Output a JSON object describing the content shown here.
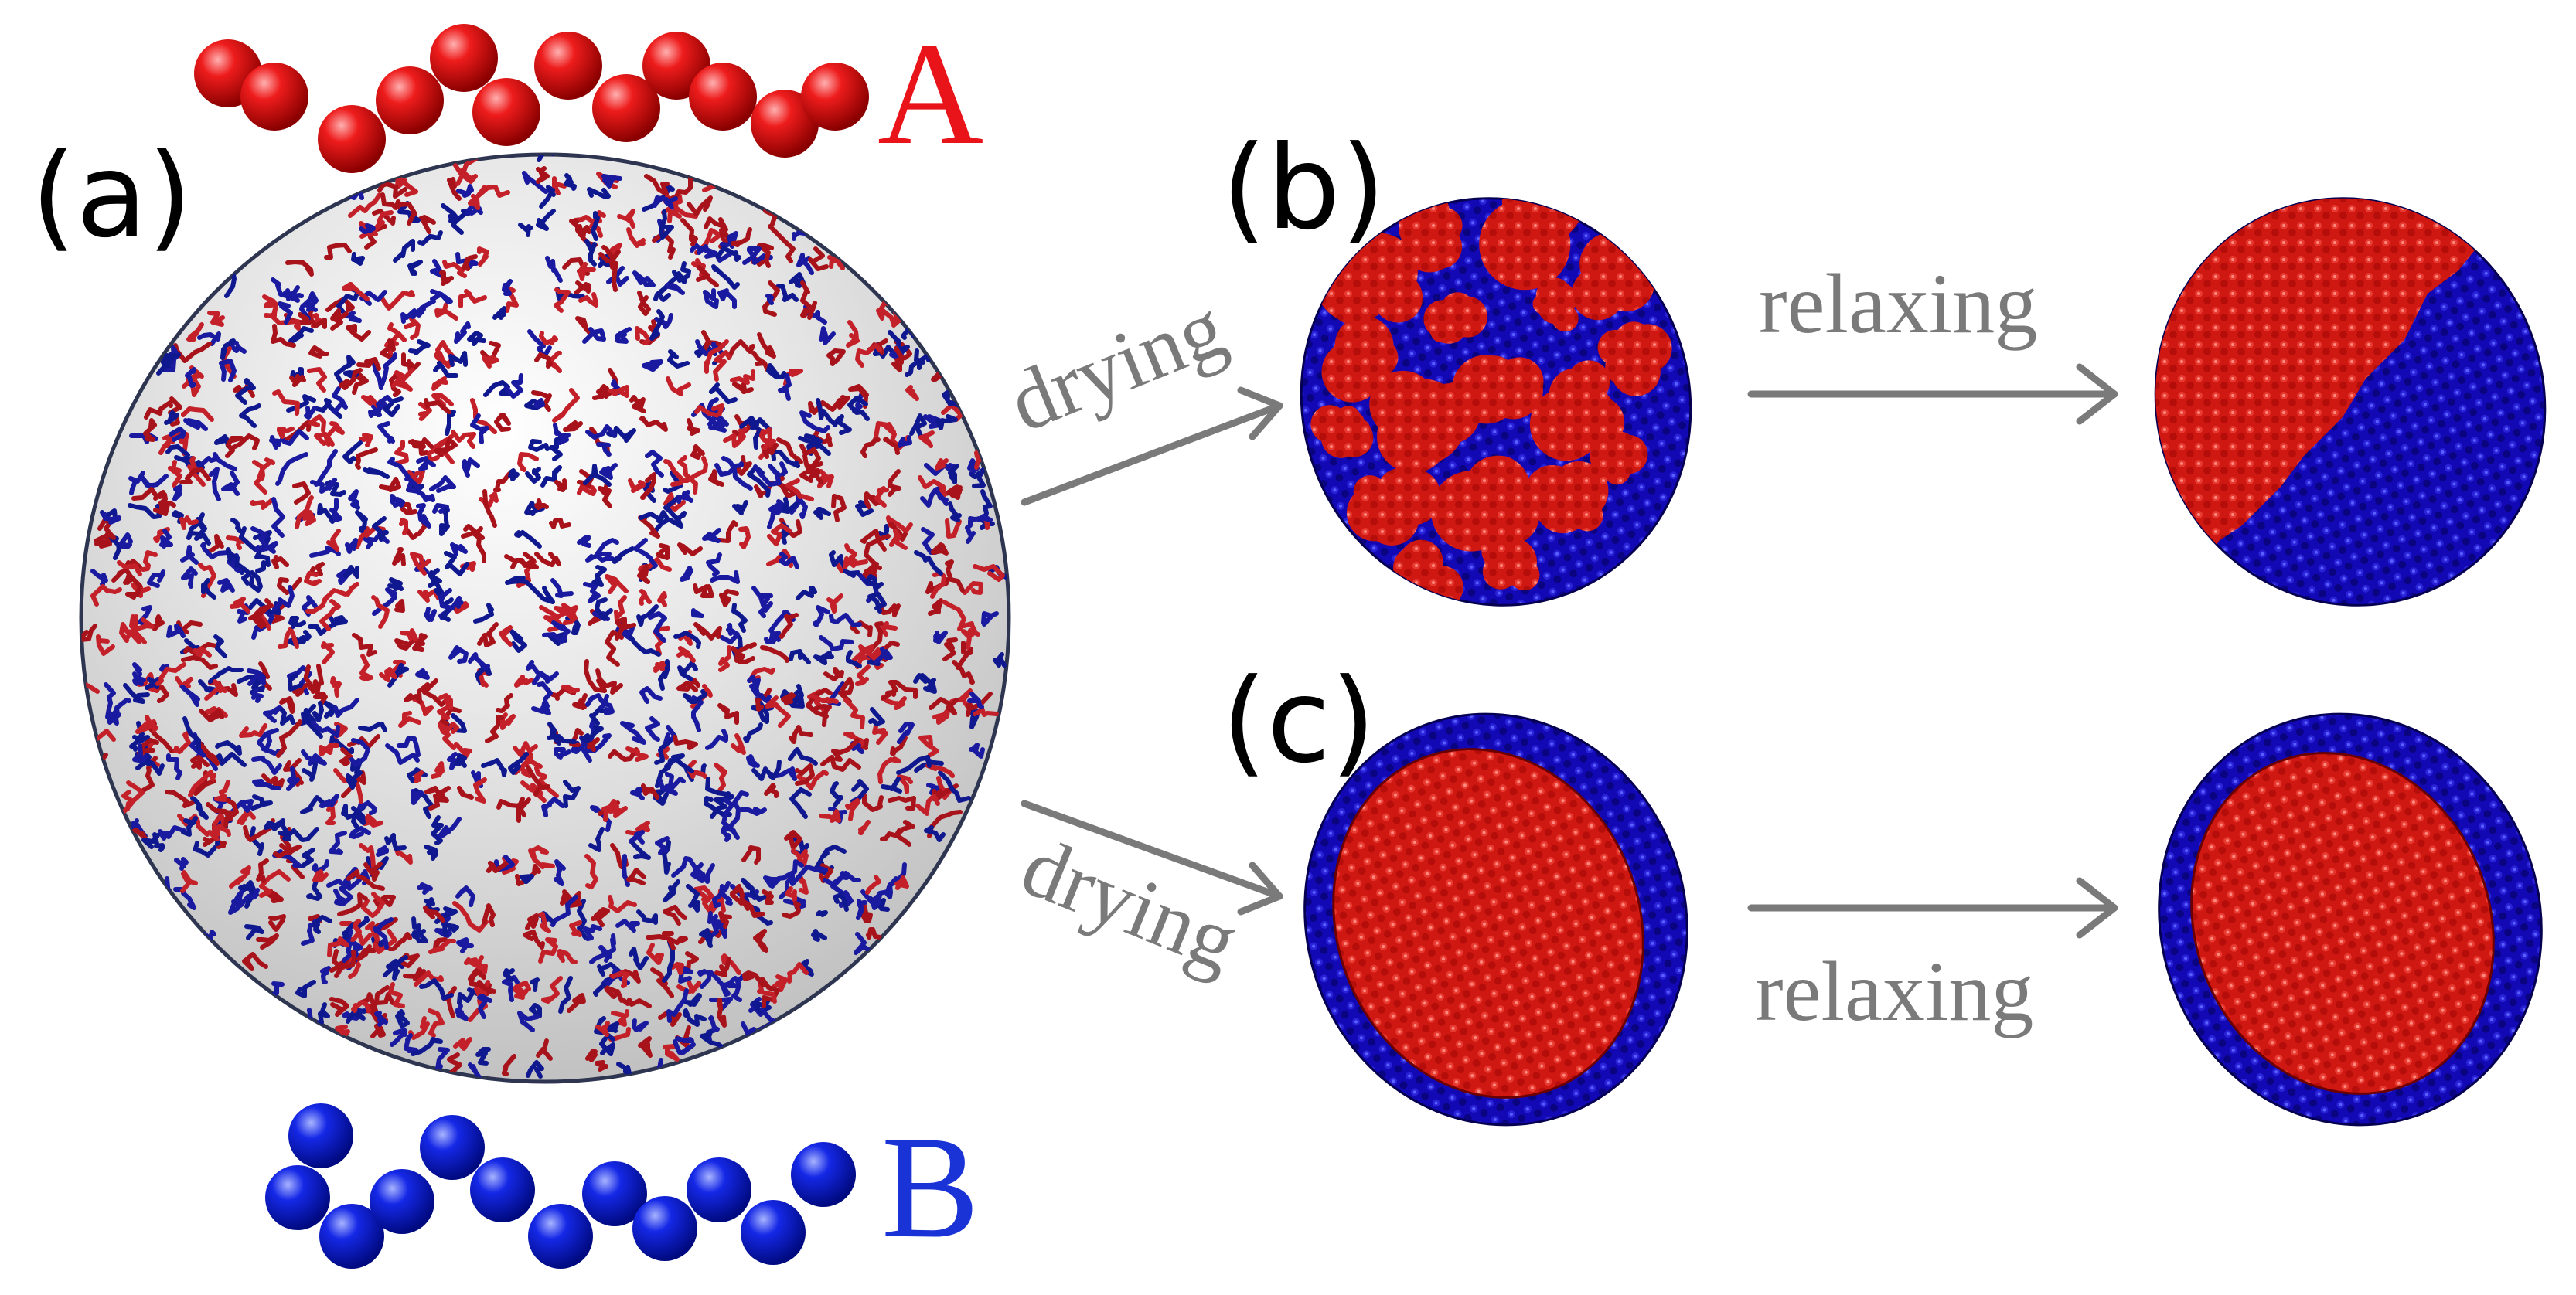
{
  "figure": {
    "panel_labels": {
      "a": "(a)",
      "b": "(b)",
      "c": "(c)"
    },
    "species": {
      "A": {
        "label": "A",
        "color": "#e8141a",
        "bead_color": "#d60000"
      },
      "B": {
        "label": "B",
        "color": "#1a33d6",
        "bead_color": "#0d16c8"
      }
    },
    "process": {
      "drying_top": "drying",
      "drying_bottom": "drying",
      "relaxing_top": "relaxing",
      "relaxing_bottom": "relaxing"
    },
    "colors": {
      "droplet_fill": "#d9d9d9",
      "droplet_edge": "#2e3550",
      "particle_red": "#cc1410",
      "particle_blue": "#1408b8",
      "arrow_gray": "#7a7a7a"
    }
  }
}
